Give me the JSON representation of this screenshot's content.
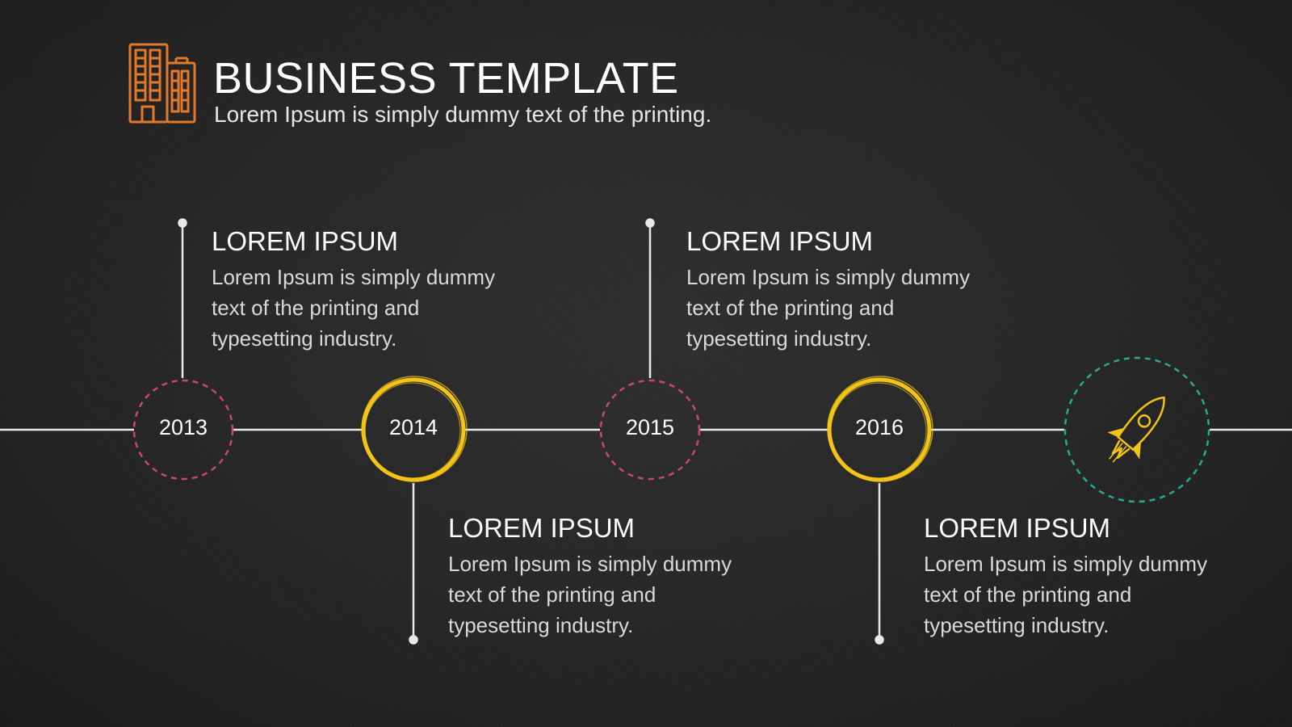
{
  "header": {
    "title": "BUSINESS TEMPLATE",
    "subtitle": "Lorem Ipsum is simply dummy text of the printing."
  },
  "colors": {
    "line": "#e8e8e8",
    "pink": "#c9486f",
    "yellow": "#f2c418",
    "teal": "#2aa892",
    "orange": "#e37a2b"
  },
  "milestones": [
    {
      "year": "2013",
      "heading": "LOREM IPSUM",
      "body": "Lorem Ipsum is simply dummy text of the printing and typesetting industry."
    },
    {
      "year": "2014",
      "heading": "LOREM IPSUM",
      "body": "Lorem Ipsum is simply dummy text of the printing and typesetting industry."
    },
    {
      "year": "2015",
      "heading": "LOREM IPSUM",
      "body": "Lorem Ipsum is simply dummy text of the printing and typesetting industry."
    },
    {
      "year": "2016",
      "heading": "LOREM IPSUM",
      "body": "Lorem Ipsum is simply dummy text of the printing and typesetting industry."
    }
  ],
  "icons": {
    "header": "buildings-icon",
    "end": "rocket-icon"
  }
}
